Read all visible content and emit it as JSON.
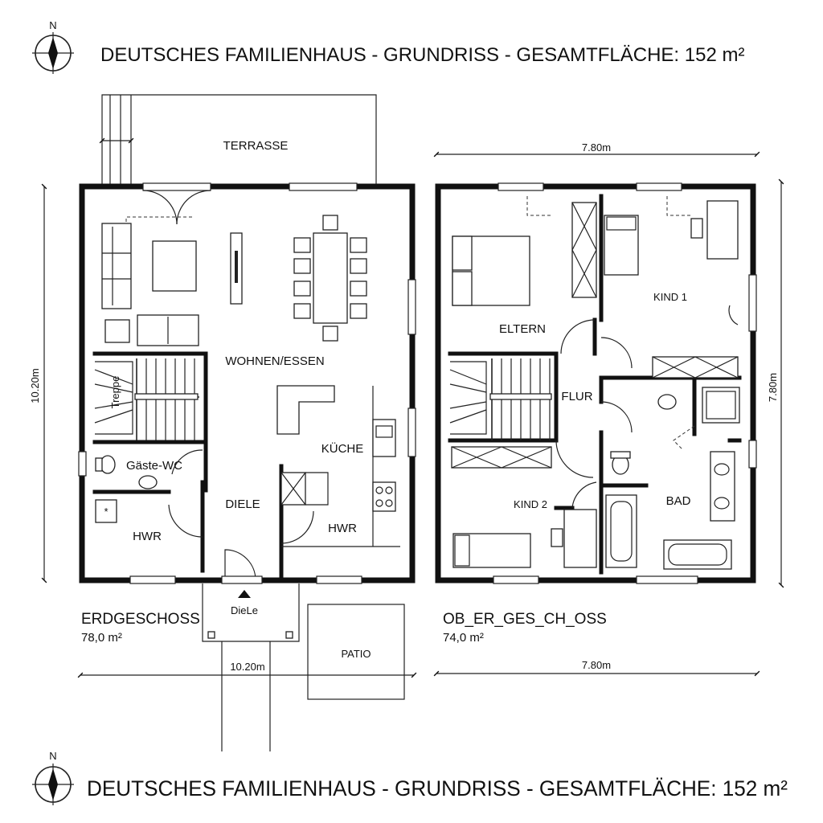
{
  "titles": {
    "top": "DEUTSCHES FAMILIENHAUS - GRUNDRISS - GESAMTFLÄCHE: 152 m²",
    "bottom": "DEUTSCHES FAMILIENHAUS - GRUNDRISS - GESAMTFLÄCHE: 152 m²"
  },
  "north": {
    "top": "N",
    "bottom": "N"
  },
  "ground_floor": {
    "name": "ERDGESCHOSS",
    "area": "78,0 m²",
    "rooms": {
      "terrace": "TERRASSE",
      "living": "WOHNEN/ESSEN",
      "stairs": "Treppe",
      "guest_wc": "Gäste-WC",
      "kitchen": "KÜCHE",
      "hall": "DIELE",
      "utility_left": "HWR",
      "utility_right": "HWR",
      "entrance": "DieLe",
      "patio": "PATIO"
    },
    "dims": {
      "width": "10.20m",
      "depth": "10.20m"
    }
  },
  "upper_floor": {
    "name": "OB_ER_GES_CH_OSS",
    "area": "74,0 m²",
    "rooms": {
      "parents": "ELTERN",
      "child1": "KIND 1",
      "hallway": "FLUR",
      "child2": "KIND 2",
      "bath": "BAD"
    },
    "dims": {
      "width_top": "7.80m",
      "width_bottom": "7.80m",
      "depth": "7.80m"
    }
  }
}
